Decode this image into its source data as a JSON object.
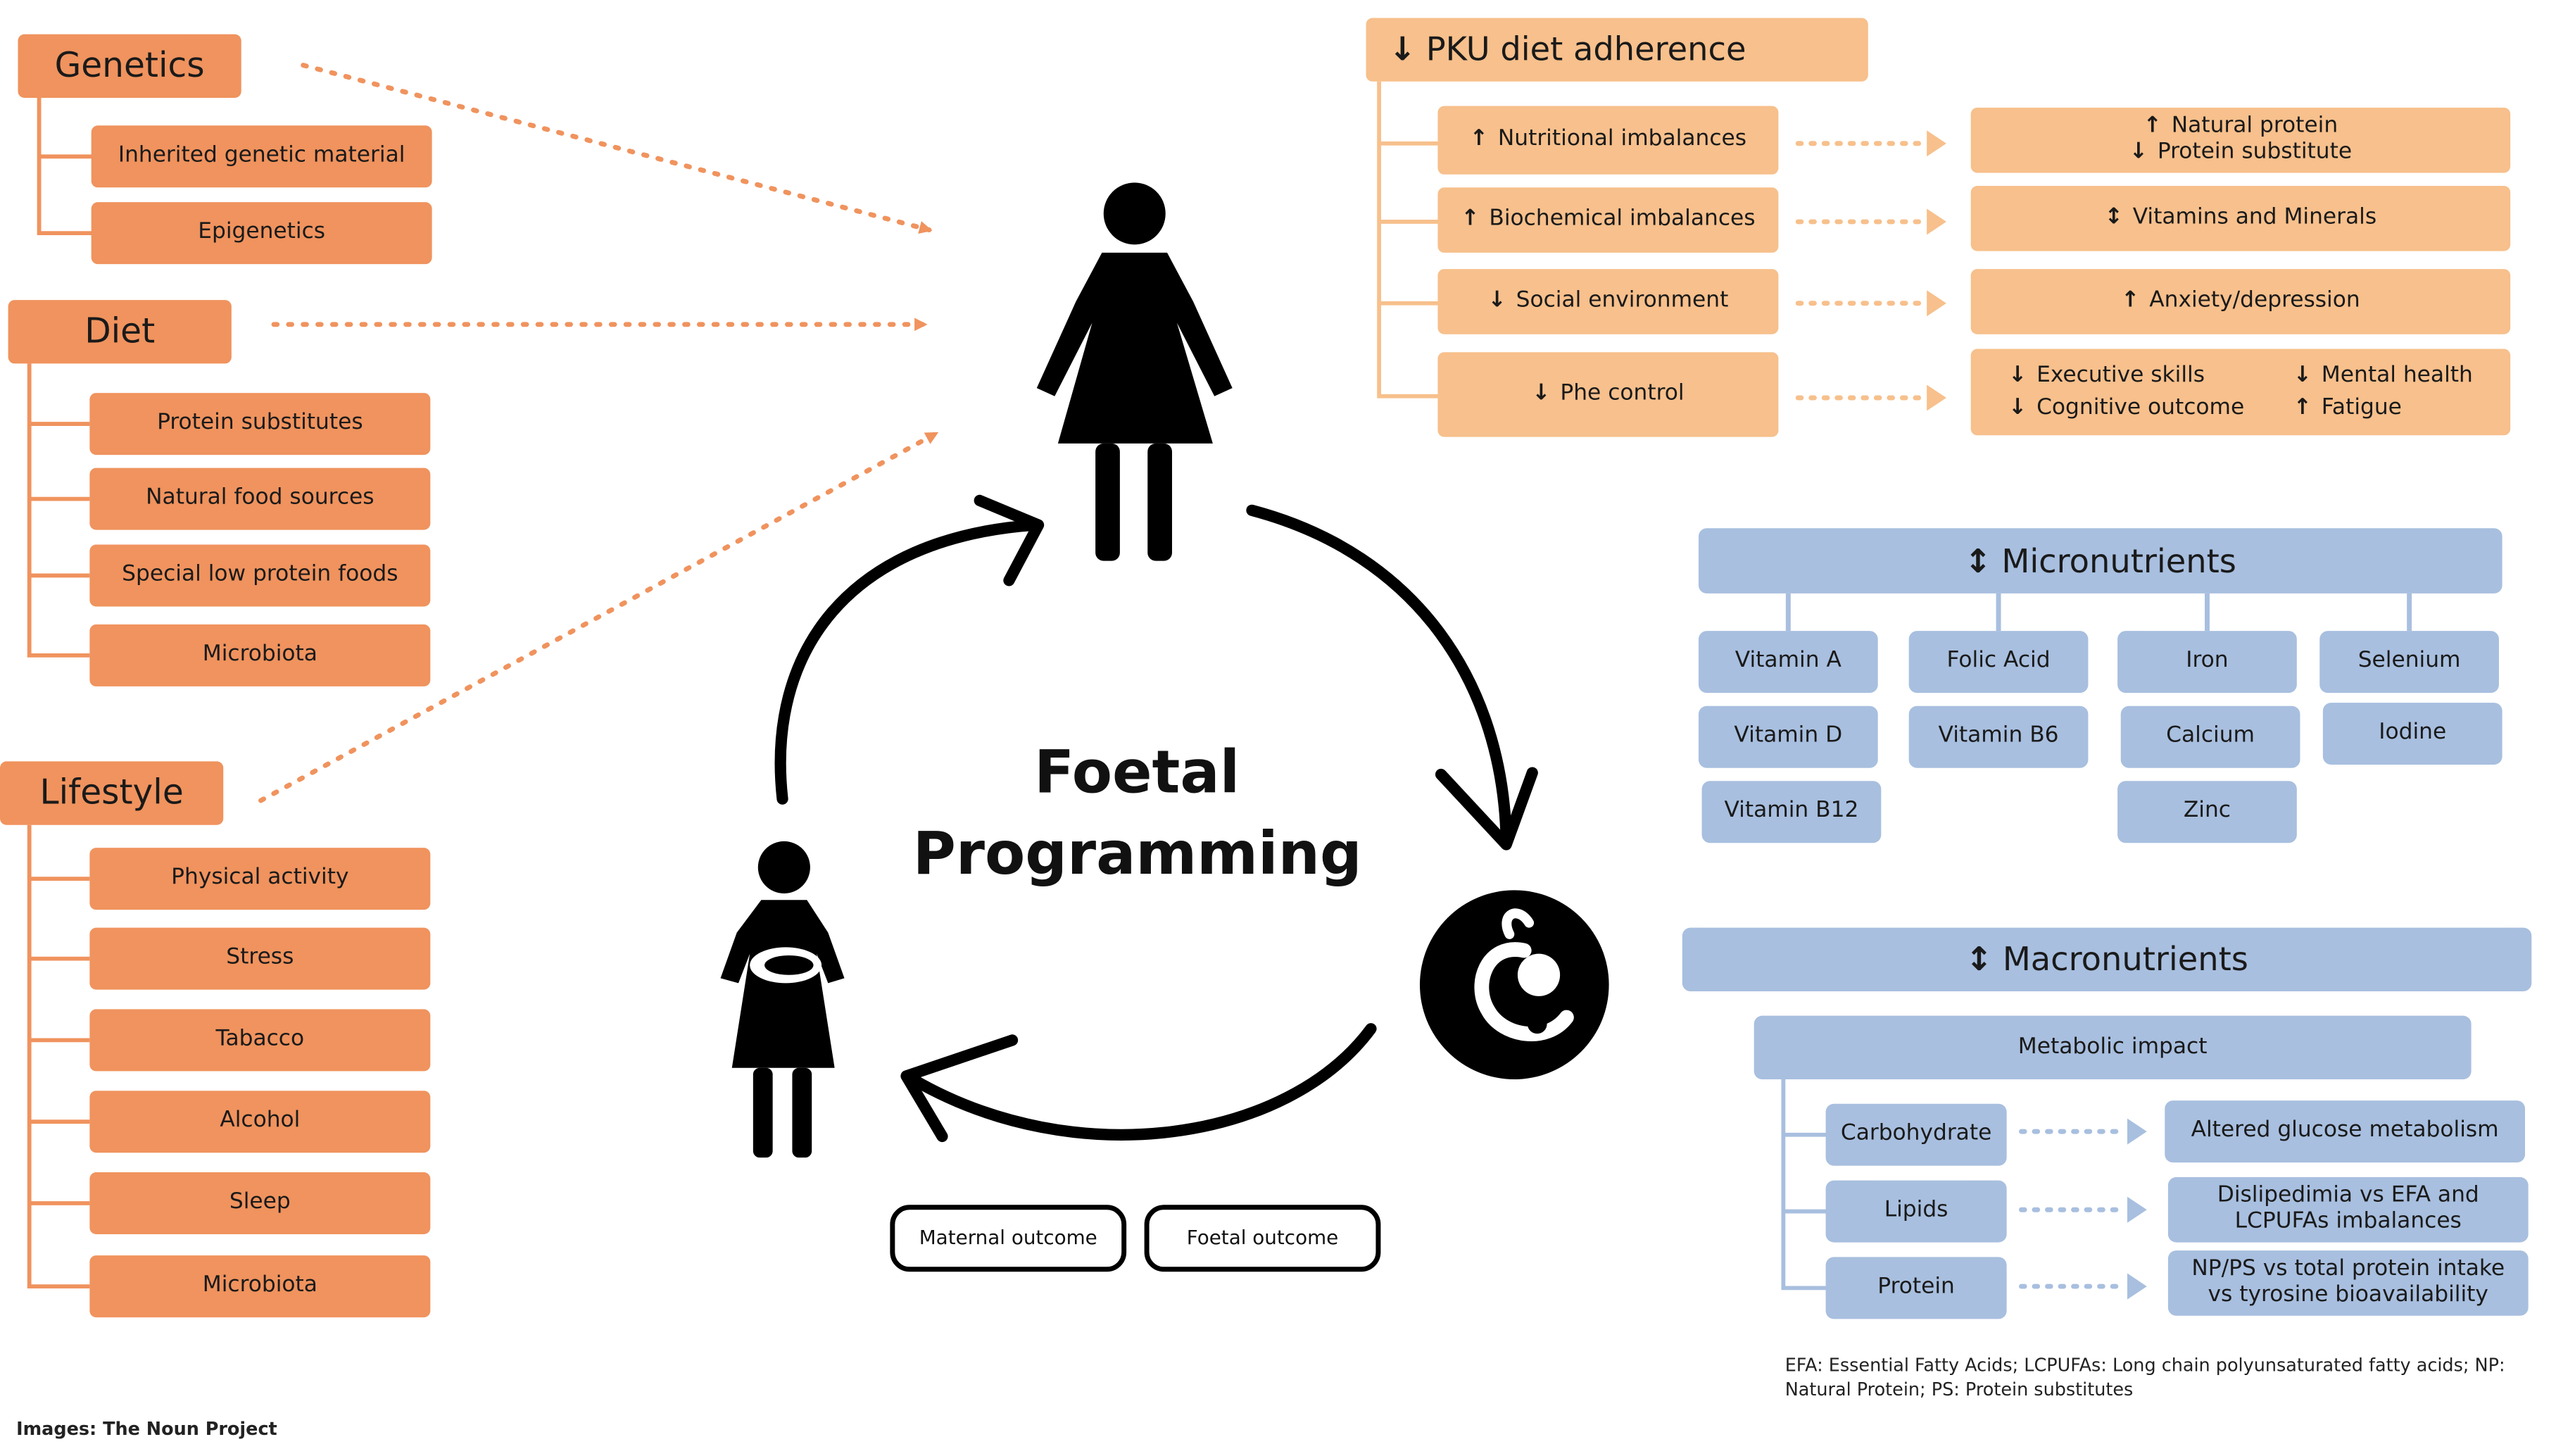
{
  "left": {
    "genetics": {
      "title": "Genetics",
      "items": [
        "Inherited genetic material",
        "Epigenetics"
      ]
    },
    "diet": {
      "title": "Diet",
      "items": [
        "Protein substitutes",
        "Natural food sources",
        "Special low protein foods",
        "Microbiota"
      ]
    },
    "lifestyle": {
      "title": "Lifestyle",
      "items": [
        "Physical activity",
        "Stress",
        "Tabacco",
        "Alcohol",
        "Sleep",
        "Microbiota"
      ]
    }
  },
  "center": {
    "title_line1": "Foetal",
    "title_line2": "Programming",
    "maternal_outcome": "Maternal outcome",
    "foetal_outcome": "Foetal outcome"
  },
  "pku": {
    "title": "PKU diet adherence",
    "title_arrow": "↓",
    "rows": [
      {
        "arrow": "↑",
        "label": "Nutritional imbalances"
      },
      {
        "arrow": "↑",
        "label": "Biochemical imbalances"
      },
      {
        "arrow": "↓",
        "label": "Social environment"
      },
      {
        "arrow": "↓",
        "label": "Phe control"
      }
    ],
    "effects": {
      "natural_protein": "Natural protein",
      "natural_protein_arrow": "↑",
      "protein_substitute": "Protein substitute",
      "protein_substitute_arrow": "↓",
      "vitamins": "Vitamins and Minerals",
      "vitamins_arrow": "↕",
      "anxiety": "Anxiety/depression",
      "anxiety_arrow": "↑",
      "executive": "Executive skills",
      "executive_arrow": "↓",
      "mental": "Mental health",
      "mental_arrow": "↓",
      "cognitive": "Cognitive outcome",
      "cognitive_arrow": "↓",
      "fatigue": "Fatigue",
      "fatigue_arrow": "↑"
    }
  },
  "micro": {
    "title": "Micronutrients",
    "title_arrow": "↕",
    "items": [
      "Vitamin A",
      "Folic Acid",
      "Iron",
      "Selenium",
      "Vitamin D",
      "Vitamin B6",
      "Calcium",
      "Iodine",
      "Vitamin B12",
      "Zinc"
    ]
  },
  "macro": {
    "title": "Macronutrients",
    "title_arrow": "↕",
    "metabolic": "Metabolic impact",
    "rows": [
      {
        "label": "Carbohydrate",
        "effect_1": "Altered glucose metabolism",
        "effect_2": ""
      },
      {
        "label": "Lipids",
        "effect_1": "Dislipedimia vs EFA and",
        "effect_2": "LCPUFAs imbalances"
      },
      {
        "label": "Protein",
        "effect_1": "NP/PS vs total protein intake",
        "effect_2": "vs tyrosine bioavailability"
      }
    ]
  },
  "footnote_line1": "EFA: Essential Fatty Acids; LCPUFAs: Long chain polyunsaturated fatty acids; NP:",
  "footnote_line2": "Natural Protein; PS: Protein substitutes",
  "credit": "Images: The  Noun Project",
  "colors": {
    "orange": "#f0935e",
    "light_orange": "#f7c08c",
    "blue": "#a8bfdf",
    "black": "#000000"
  },
  "icons": [
    "woman-icon",
    "mother-with-baby-icon",
    "foetus-icon"
  ]
}
